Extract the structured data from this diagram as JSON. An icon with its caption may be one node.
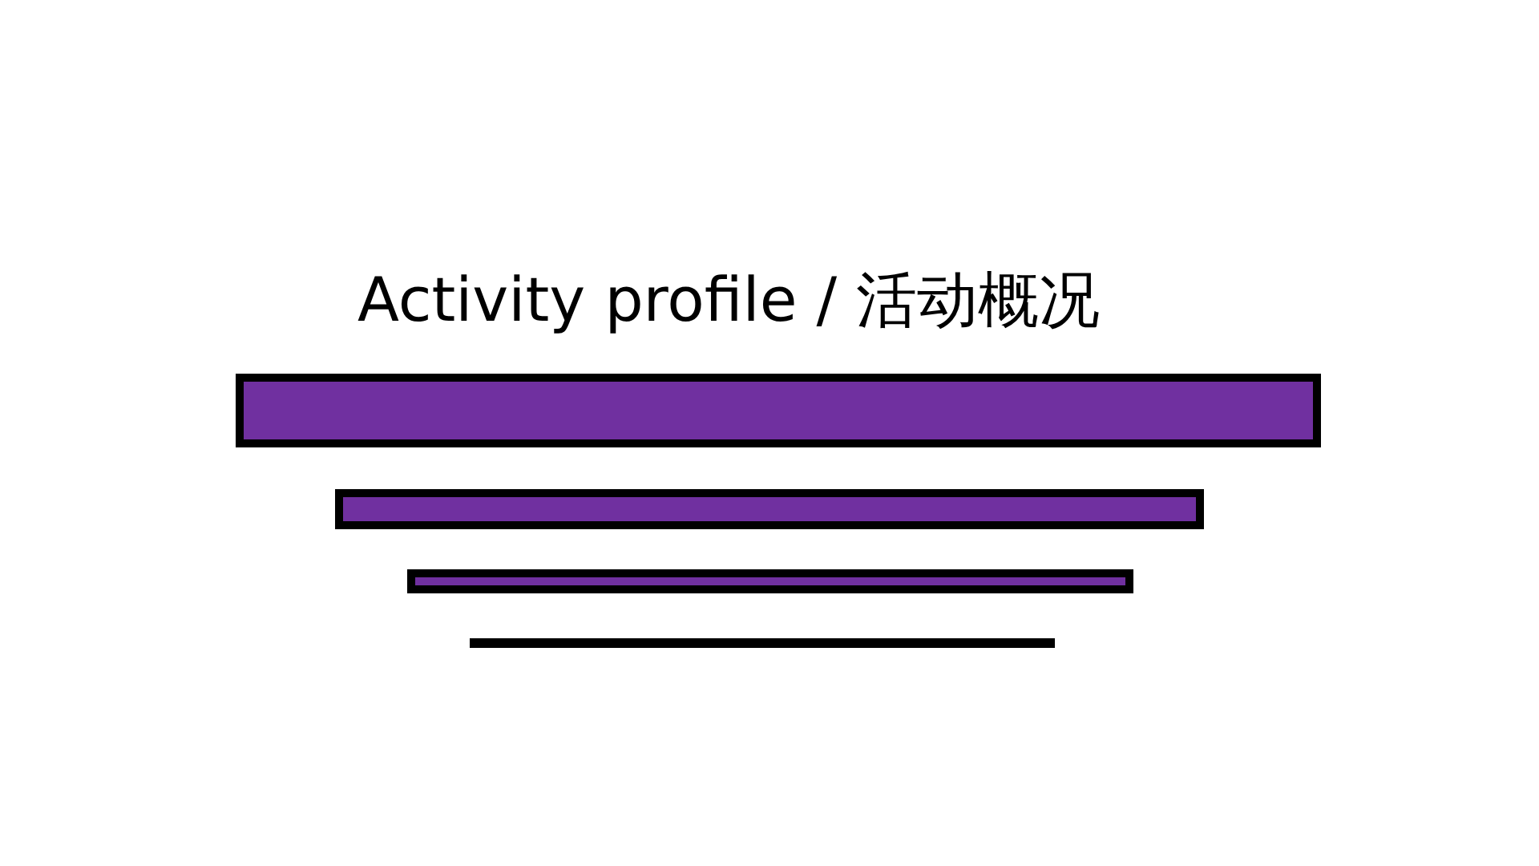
{
  "diagram": {
    "title": "Activity profile / 活动概况",
    "nodes": [
      {
        "text": [],
        "shape": "bar"
      },
      {
        "text": [],
        "shape": "bar"
      },
      {
        "text": [],
        "shape": "bar"
      },
      {
        "text": [],
        "shape": "bar"
      }
    ]
  }
}
